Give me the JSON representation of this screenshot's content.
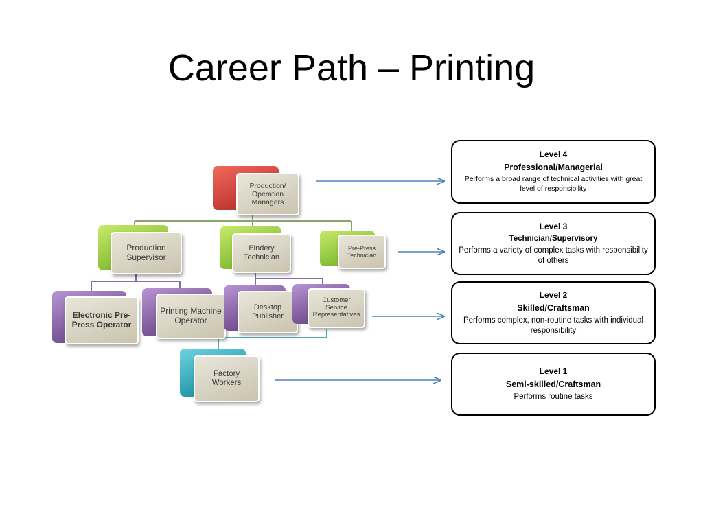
{
  "title": "Career Path – Printing",
  "colors": {
    "red": "#c9403a",
    "green": "#8fc43c",
    "purple": "#7e5a9b",
    "teal": "#2fa3b4",
    "arrow": "#4f81bd",
    "connector_green": "#8da36a",
    "connector_purple": "#8b6aa8",
    "connector_teal": "#5aa7b0"
  },
  "org_chart": {
    "production_operation_managers": "Production/ Operation Managers",
    "production_supervisor": "Production Supervisor",
    "bindery_technician": "Bindery Technician",
    "pre_press_technician": "Pre-Press Technician",
    "electronic_pre_press_operator": "Electronic Pre-Press Operator",
    "printing_machine_operator": "Printing Machine Operator",
    "desktop_publisher": "Desktop Publisher",
    "customer_service_representatives": "Customer Service Representatives",
    "factory_workers": "Factory Workers"
  },
  "levels": [
    {
      "level": "Level 4",
      "title": "Professional/Managerial",
      "description": "Performs a broad range of technical activities with great level of responsibility"
    },
    {
      "level": "Level 3",
      "title": "Technician/Supervisory",
      "description": "Performs a variety of complex tasks with responsibility of others"
    },
    {
      "level": "Level 2",
      "title": "Skilled/Craftsman",
      "description": "Performs complex, non-routine tasks with individual responsibility"
    },
    {
      "level": "Level 1",
      "title": "Semi-skilled/Craftsman",
      "description": "Performs routine tasks"
    }
  ]
}
